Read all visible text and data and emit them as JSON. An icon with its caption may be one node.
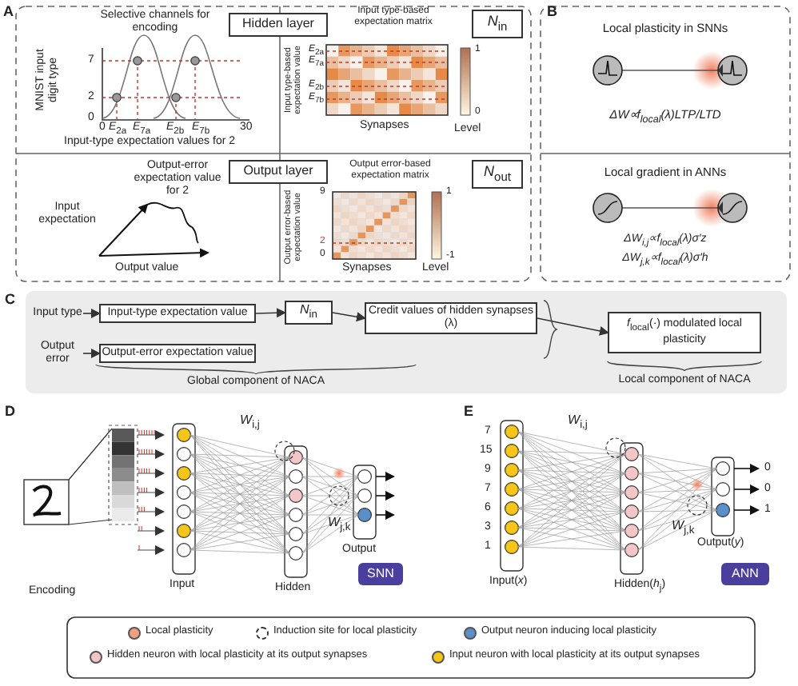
{
  "diagram": {
    "nodes": [
      {
        "text": [
          "Hidden layer"
        ]
      },
      {
        "text": [
          "*N*$_{in}$"
        ]
      },
      {
        "text": [
          "Output layer"
        ]
      },
      {
        "text": [
          "*N*$_{out}$"
        ]
      },
      {
        "text": [
          "Input type"
        ]
      },
      {
        "text": [
          "Input-type expectation value"
        ]
      },
      {
        "text": [
          "*N*$_{in}$"
        ]
      },
      {
        "text": [
          "Credit values of hidden synapses (λ)"
        ]
      },
      {
        "text": [
          "Output error"
        ]
      },
      {
        "text": [
          "Output-error expectation value"
        ]
      },
      {
        "text": [
          "*f*$_{local}$(·) modulated local plasticity"
        ]
      },
      {
        "text": [
          "SNN"
        ]
      },
      {
        "text": [
          "ANN"
        ]
      }
    ],
    "edges": [
      {
        "from": 4,
        "to": 5,
        "arrow": "to"
      },
      {
        "from": 5,
        "to": 6,
        "arrow": "to"
      },
      {
        "from": 6,
        "to": 7,
        "arrow": "to"
      },
      {
        "from": 8,
        "to": 9,
        "arrow": "to"
      },
      {
        "from": 7,
        "to": 10,
        "arrow": "to"
      }
    ],
    "labels": [
      "A",
      "Selective channels for encoding",
      "MNIST input digit type",
      "7",
      "2",
      "0",
      "0",
      "*E*$_{2a}$",
      "*E*$_{7a}$",
      "*E*$_{2b}$",
      "*E*$_{7b}$",
      "30",
      "Input-type expectation values for 2",
      "Input type-based expectation matrix",
      "Input type-based expectation value",
      "*E*$_{2a}$",
      "*E*$_{7a}$",
      "*E*$_{2b}$",
      "*E*$_{7b}$",
      "Synapses",
      "1",
      "0",
      "Level",
      "Output-error expectation value for 2",
      "Input expectation",
      "Output value",
      "Output error-based expectation matrix",
      "Output error-based expectation value",
      "9",
      "2",
      "0",
      "Synapses",
      "1",
      "-1",
      "Level",
      "B",
      "Local plasticity in SNNs",
      "ΔW∝f$_{local}$(λ)LTP/LTD",
      "Local gradient in ANNs",
      "ΔW$_{i,j}$∝f$_{local}$(λ)σ′z",
      "ΔW$_{j,k}$∝f$_{local}$(λ)σ′h",
      "C",
      "Global component of NACA",
      "Local component of NACA",
      "D",
      "Encoding",
      "Input",
      "*W*$_{i,j}$",
      "Hidden",
      "*W*$_{j,k}$",
      "Output",
      "E",
      "7",
      "15",
      "9",
      "7",
      "6",
      "3",
      "1",
      "*W*$_{i,j}$",
      "Hidden(*h*$_{j}$)",
      "*W*$_{j,k}$",
      "Output(*y*)",
      "0",
      "0",
      "1",
      "Input(*x*)"
    ],
    "legend": [
      {
        "text": "Local plasticity",
        "color": "#f0a080"
      },
      {
        "text": "Induction site for local plasticity"
      },
      {
        "text": "Output neuron inducing local plasticity",
        "color": "#5b8fc9"
      },
      {
        "text": "Hidden neuron with local plasticity at its output synapses",
        "color": "#f4c6c8"
      },
      {
        "text": "Input neuron with local plasticity at its output synapses",
        "color": "#f5c518"
      }
    ]
  }
}
